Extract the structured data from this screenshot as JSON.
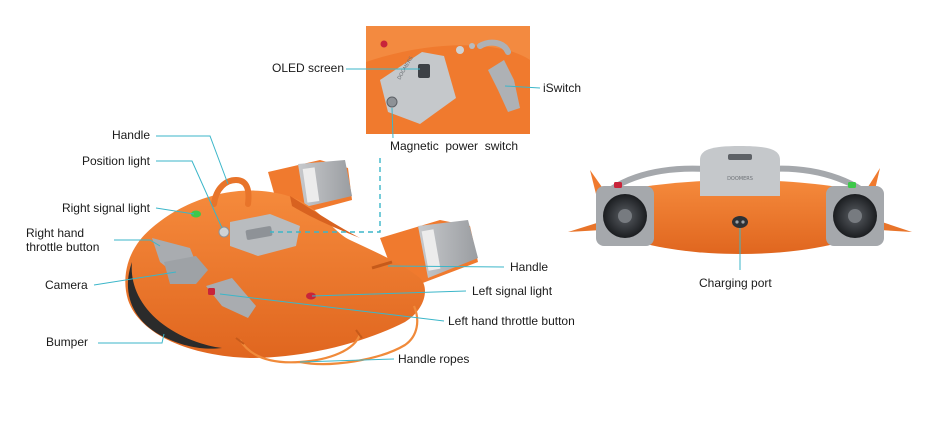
{
  "labels": {
    "oled_screen": "OLED screen",
    "iswitch": "iSwitch",
    "magnetic_power_switch": "Magnetic  power  switch",
    "handle_top": "Handle",
    "position_light": "Position light",
    "right_signal_light": "Right signal light",
    "right_hand_throttle_line1": "Right hand",
    "right_hand_throttle_line2": "throttle button",
    "camera": "Camera",
    "bumper": "Bumper",
    "handle_right": "Handle",
    "left_signal_light": "Left signal light",
    "left_hand_throttle_button": "Left hand throttle button",
    "handle_ropes": "Handle ropes",
    "charging_port": "Charging port",
    "brand_text": "DOOMERS"
  },
  "colors": {
    "hull_orange": "#f07a2e",
    "hull_dark": "#d5601d",
    "panel_gray": "#b9bcbf",
    "panel_dark": "#7c8085",
    "bumper_black": "#2b2b2b",
    "leader_line": "#3bb6c9",
    "rope": "#f08a3a",
    "signal_green": "#3ec84a",
    "signal_red": "#c8243a"
  }
}
